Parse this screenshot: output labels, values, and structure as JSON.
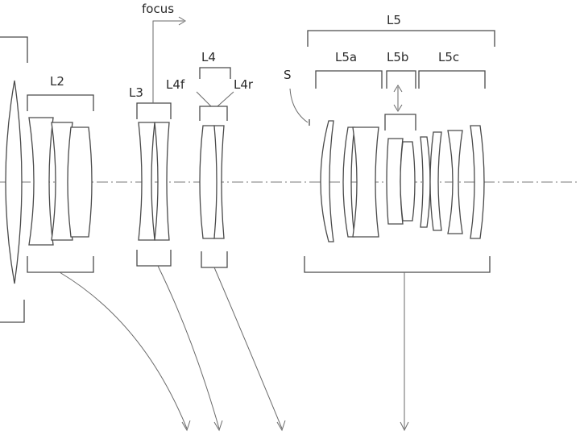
{
  "labels": {
    "focus": "focus",
    "l2": "L2",
    "l3": "L3",
    "l4": "L4",
    "l4f": "L4f",
    "l4r": "L4r",
    "l5": "L5",
    "l5a": "L5a",
    "l5b": "L5b",
    "l5c": "L5c",
    "stop": "S"
  },
  "colors": {
    "line": "#4a4a4a",
    "text": "#2a2a2a",
    "background": "#ffffff"
  }
}
